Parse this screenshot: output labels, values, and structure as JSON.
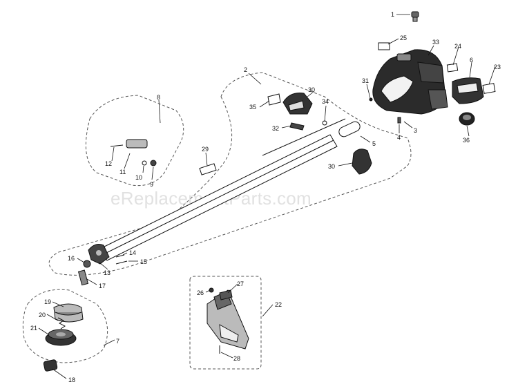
{
  "watermark": "eReplacementParts.com",
  "callouts": {
    "n1": "1",
    "n2": "2",
    "n3": "3",
    "n4": "4",
    "n5": "5",
    "n6": "6",
    "n7": "7",
    "n8": "8",
    "n9": "9",
    "n10": "10",
    "n11": "11",
    "n12": "12",
    "n13": "13",
    "n14": "14",
    "n15": "15",
    "n16": "16",
    "n17": "17",
    "n18": "18",
    "n19": "19",
    "n20": "20",
    "n21": "21",
    "n22": "22",
    "n23": "23",
    "n24": "24",
    "n25": "25",
    "n26": "26",
    "n27": "27",
    "n28": "28",
    "n29": "29",
    "n30a": "30",
    "n30b": "30",
    "n31": "31",
    "n32": "32",
    "n33": "33",
    "n34": "34",
    "n35": "35",
    "n36": "36"
  }
}
